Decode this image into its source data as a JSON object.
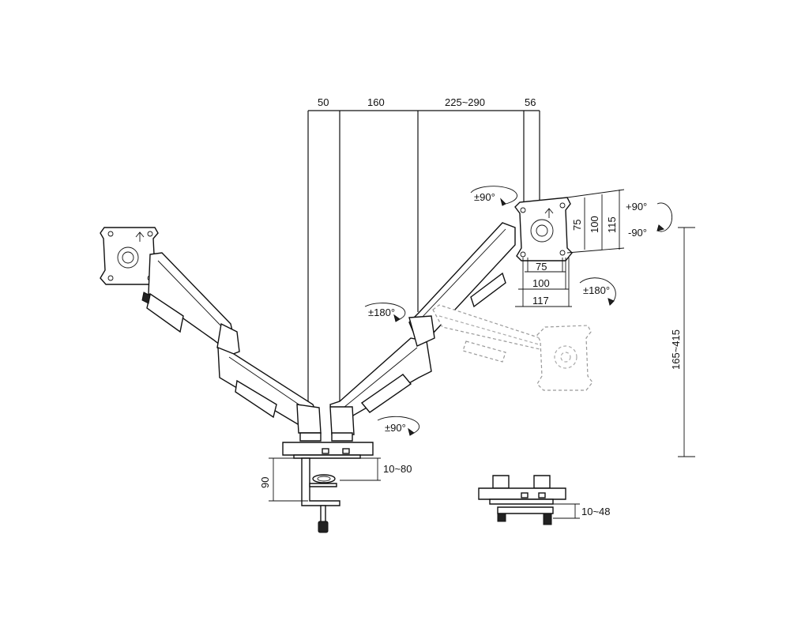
{
  "top_dimensions": {
    "d1": "50",
    "d2": "160",
    "d3": "225~290",
    "d4": "56"
  },
  "vesa": {
    "inner_vertical": "75",
    "mid_vertical": "100",
    "outer_vertical": "115",
    "inner_horizontal": "75",
    "mid_horizontal": "100",
    "outer_horizontal": "117"
  },
  "rotations": {
    "swivel_top": "±90°",
    "tilt_up": "+90°",
    "tilt_down": "-90°",
    "rotate": "±180°",
    "arm_swivel": "±180°",
    "base_swivel": "±90°"
  },
  "height_range": "165~415",
  "clamp": {
    "height": "90",
    "clamp_range": "10~80",
    "grommet_range": "10~48"
  }
}
